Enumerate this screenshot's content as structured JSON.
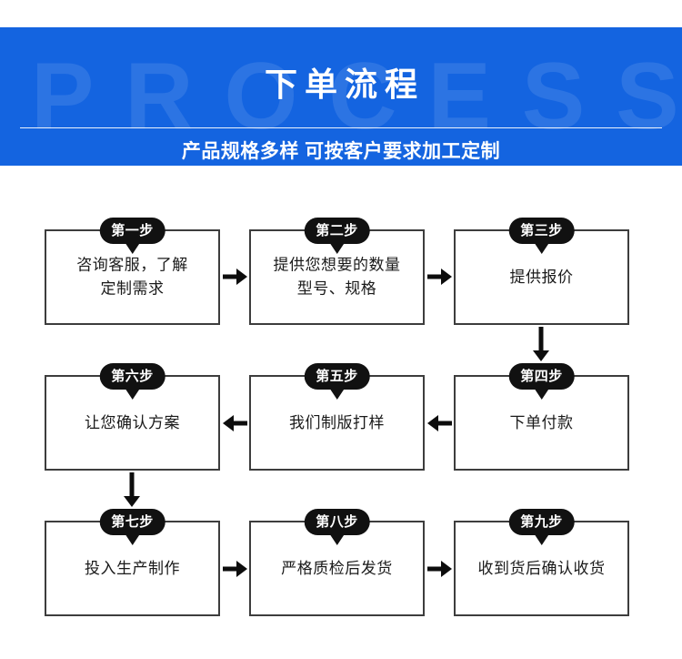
{
  "banner": {
    "watermark": "PROCESS",
    "title": "下单流程",
    "subtitle": "产品规格多样 可按客户要求加工定制",
    "bg_color": "#1464e0",
    "text_color": "#ffffff"
  },
  "flow": {
    "box_border_color": "#3d3d3d",
    "badge_color": "#111111",
    "arrow_color": "#0d0d0d",
    "steps": [
      {
        "badge": "第一步",
        "text": "咨询客服，了解\n定制需求"
      },
      {
        "badge": "第二步",
        "text": "提供您想要的数量\n型号、规格"
      },
      {
        "badge": "第三步",
        "text": "提供报价"
      },
      {
        "badge": "第四步",
        "text": "下单付款"
      },
      {
        "badge": "第五步",
        "text": "我们制版打样"
      },
      {
        "badge": "第六步",
        "text": "让您确认方案"
      },
      {
        "badge": "第七步",
        "text": "投入生产制作"
      },
      {
        "badge": "第八步",
        "text": "严格质检后发货"
      },
      {
        "badge": "第九步",
        "text": "收到货后确认收货"
      }
    ],
    "connectors": [
      {
        "name": "arrow-step1-to-step2",
        "direction": "right"
      },
      {
        "name": "arrow-step2-to-step3",
        "direction": "right"
      },
      {
        "name": "arrow-step3-to-step4",
        "direction": "down"
      },
      {
        "name": "arrow-step4-to-step5",
        "direction": "left"
      },
      {
        "name": "arrow-step5-to-step6",
        "direction": "left"
      },
      {
        "name": "arrow-step6-to-step7",
        "direction": "down"
      },
      {
        "name": "arrow-step7-to-step8",
        "direction": "right"
      },
      {
        "name": "arrow-step8-to-step9",
        "direction": "right"
      }
    ]
  }
}
